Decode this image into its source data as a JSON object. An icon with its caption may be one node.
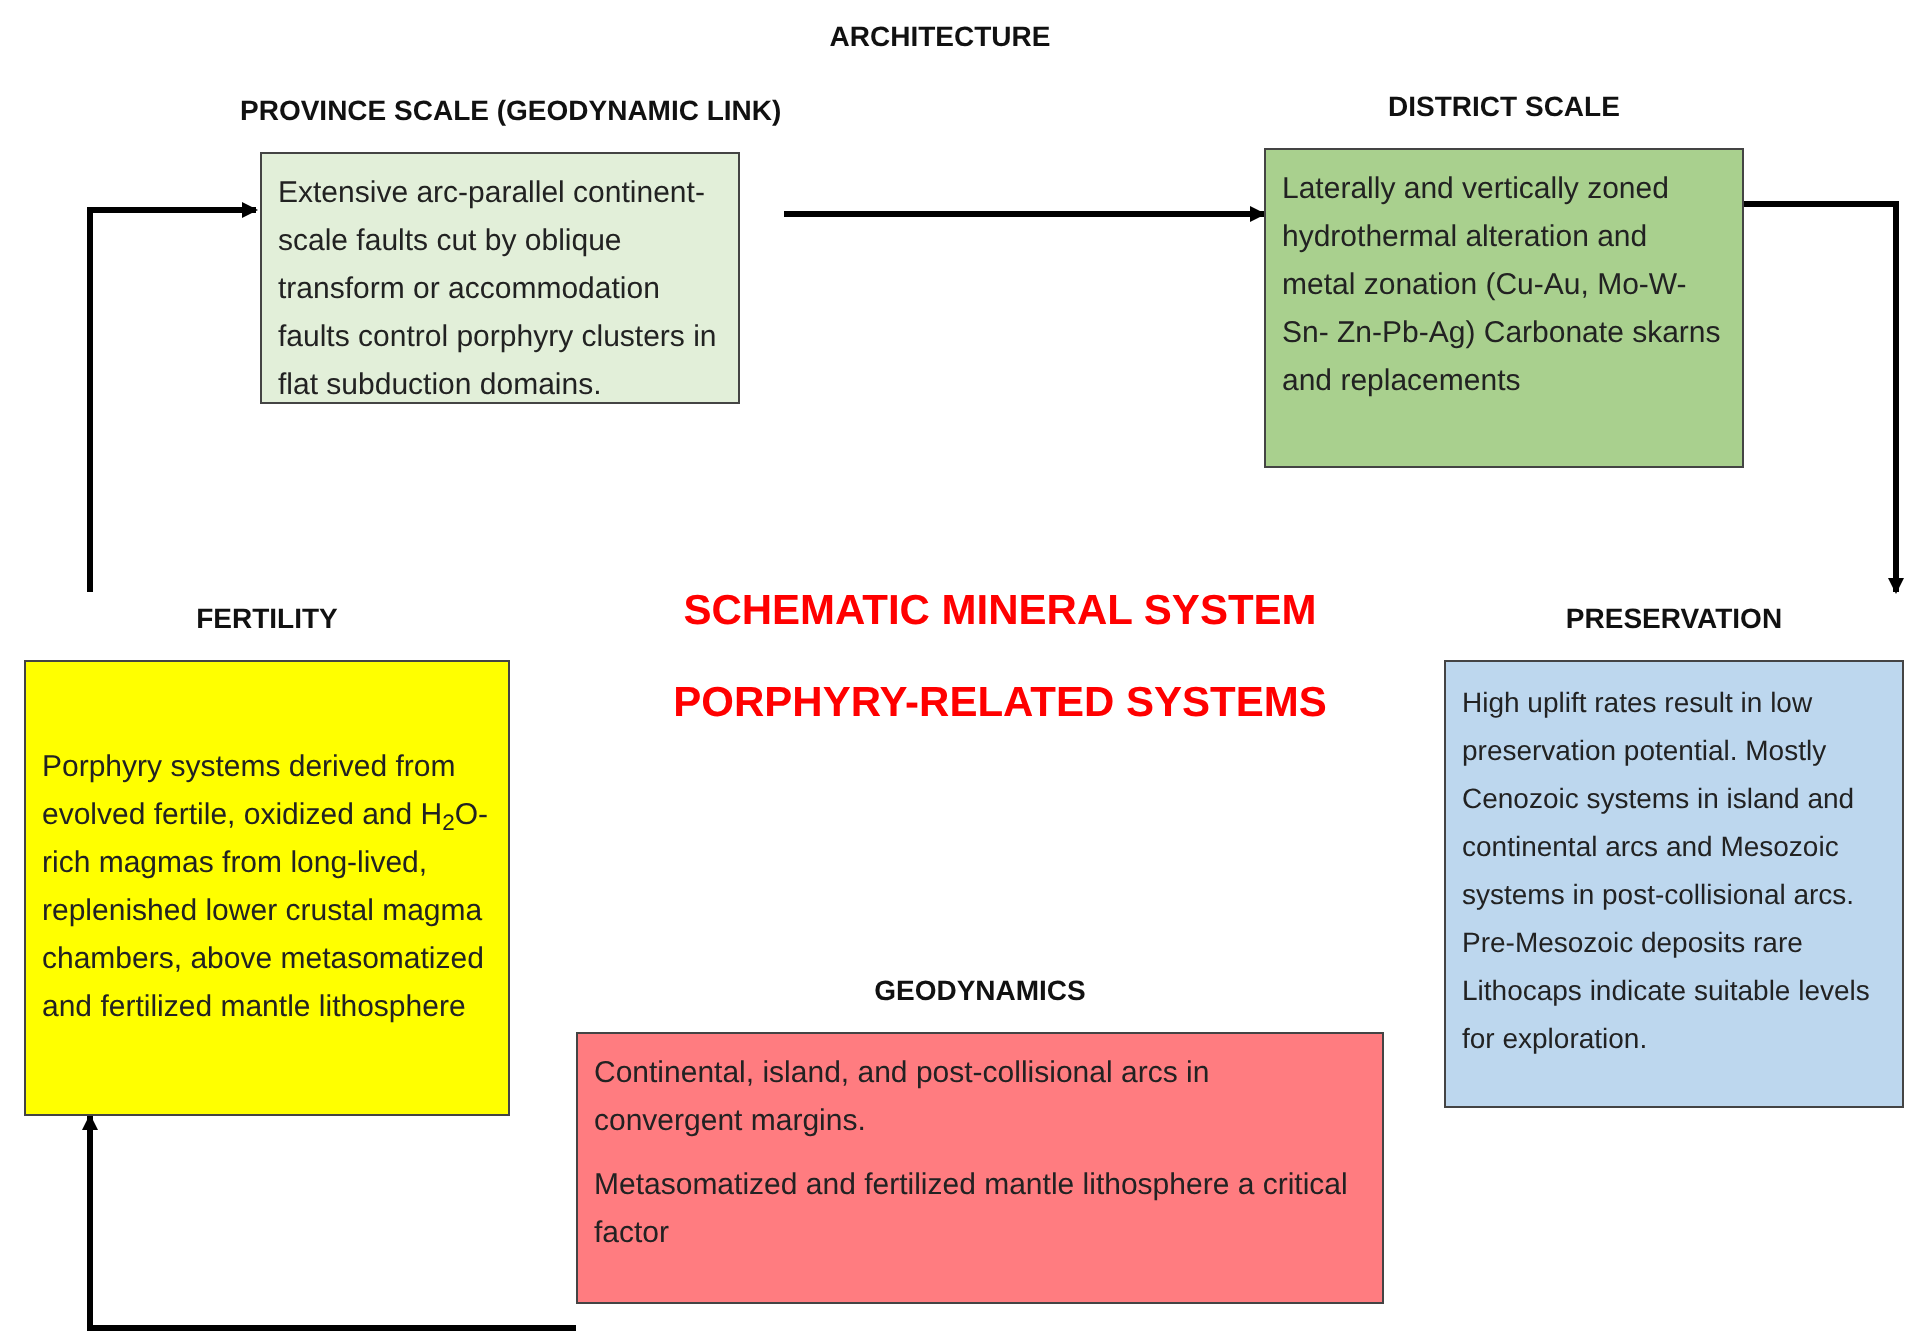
{
  "diagram": {
    "title": "SCHEMATIC MINERAL SYSTEM",
    "nodes": [
      {
        "text": [
          "PROVINCE SCALE (GEODYNAMIC LINK)",
          "Extensive arc-parallel continent-scale faults cut by oblique transform or accommodation faults control porphyry clusters in flat subduction domains."
        ]
      },
      {
        "text": [
          "DISTRICT SCALE",
          "Laterally and vertically zoned hydrothermal alteration and metal zonation (Cu-Au, Mo-W-Sn- Zn-Pb-Ag) Carbonate skarns and replacements"
        ]
      },
      {
        "text": [
          "FERTILITY",
          "Porphyry systems derived from evolved fertile, oxidized and H$_{2}$O-rich magmas from long-lived, replenished lower crustal magma chambers, above metasomatized and fertilized mantle lithosphere"
        ]
      },
      {
        "text": [
          "PRESERVATION",
          "High uplift rates result in low preservation potential. Mostly Cenozoic systems in island and continental arcs and Mesozoic systems in post-collisional arcs. Pre-Mesozoic deposits rare Lithocaps indicate suitable levels for exploration."
        ]
      },
      {
        "text": [
          "GEODYNAMICS",
          "Continental, island, and post-collisional arcs in convergent margins.",
          "Metasomatized and fertilized mantle lithosphere a critical factor"
        ]
      }
    ],
    "edges": [
      {
        "from": 2,
        "to": 0,
        "arrow": "to"
      },
      {
        "from": 0,
        "to": 1,
        "arrow": "to"
      },
      {
        "from": 1,
        "to": 3,
        "arrow": "to"
      },
      {
        "from": 4,
        "to": 2,
        "arrow": "to"
      }
    ],
    "labels": [
      "ARCHITECTURE",
      "PORPHYRY-RELATED SYSTEMS"
    ]
  }
}
